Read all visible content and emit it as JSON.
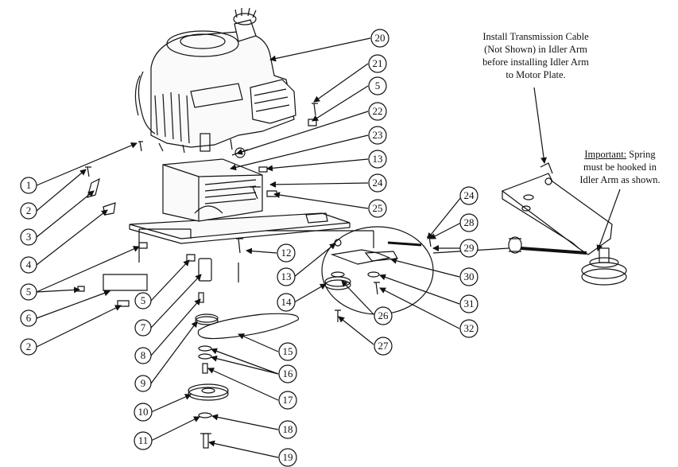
{
  "notes": {
    "install_line1": "Install Transmission Cable",
    "install_line2": "(Not Shown) in Idler Arm",
    "install_line3": "before installing Idler Arm",
    "install_line4": "to Motor Plate.",
    "important_label": "Important:",
    "important_line1": " Spring",
    "important_line2": "must be hooked in",
    "important_line3": "Idler Arm as shown."
  },
  "callouts": {
    "c1": "1",
    "c2a": "2",
    "c2b": "2",
    "c3": "3",
    "c4": "4",
    "c5a": "5",
    "c5b": "5",
    "c5c": "5",
    "c6": "6",
    "c7": "7",
    "c8": "8",
    "c9": "9",
    "c10": "10",
    "c11": "11",
    "c12": "12",
    "c13a": "13",
    "c13b": "13",
    "c14": "14",
    "c15": "15",
    "c16": "16",
    "c17": "17",
    "c18": "18",
    "c19": "19",
    "c20": "20",
    "c21": "21",
    "c22": "22",
    "c23": "23",
    "c24a": "24",
    "c24b": "24",
    "c25": "25",
    "c26": "26",
    "c27": "27",
    "c28": "28",
    "c29": "29",
    "c30": "30",
    "c31": "31",
    "c32": "32"
  }
}
